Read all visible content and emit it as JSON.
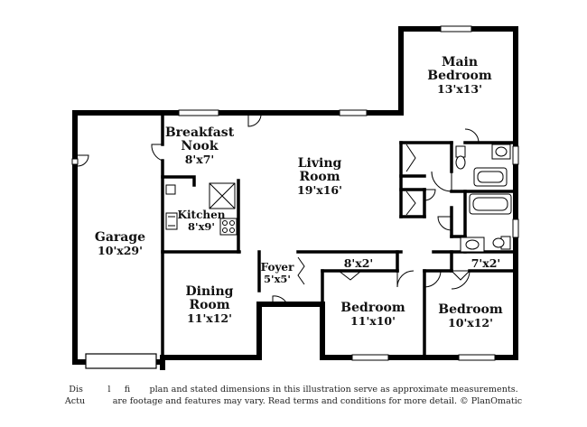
{
  "rooms": {
    "main_bedroom": {
      "name_line1": "Main",
      "name_line2": "Bedroom",
      "dim": "13'x13'"
    },
    "breakfast_nook": {
      "name_line1": "Breakfast",
      "name_line2": "Nook",
      "dim": "8'x7'"
    },
    "living_room": {
      "name_line1": "Living",
      "name_line2": "Room",
      "dim": "19'x16'"
    },
    "kitchen": {
      "name": "Kitchen",
      "dim": "8'x9'"
    },
    "garage": {
      "name": "Garage",
      "dim": "10'x29'"
    },
    "foyer": {
      "name": "Foyer",
      "dim": "5'x5'"
    },
    "dining_room": {
      "name_line1": "Dining",
      "name_line2": "Room",
      "dim": "11'x12'"
    },
    "bedroom_left": {
      "name": "Bedroom",
      "dim": "11'x10'"
    },
    "bedroom_right": {
      "name": "Bedroom",
      "dim": "10'x12'"
    },
    "closet_left": {
      "dim": "8'x2'"
    },
    "closet_right": {
      "dim": "7'x2'"
    }
  },
  "disclaimer": {
    "line1": "Dis         l     fi       plan and stated dimensions in this illustration serve as approximate measurements.",
    "line2": "Actu          are footage and features may vary. Read terms and conditions for more detail. © PlanOmatic"
  }
}
